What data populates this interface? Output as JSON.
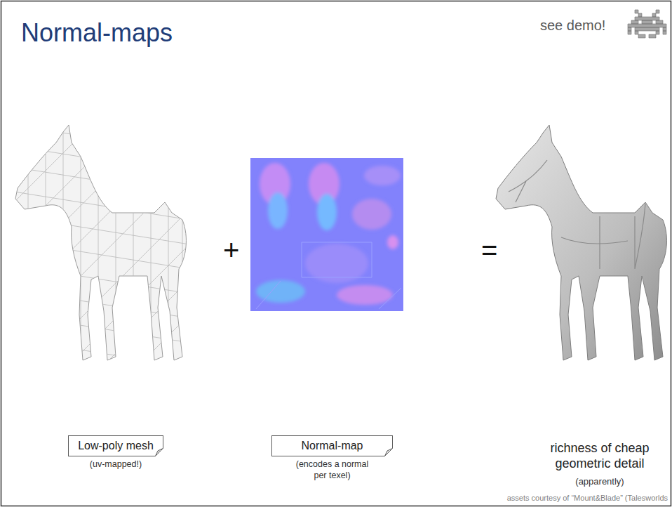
{
  "diagram": {
    "title": "Normal-maps",
    "nodes": [
      {
        "text": [
          "Low-poly mesh",
          "(uv-mapped!)"
        ]
      },
      {
        "text": [
          "Normal-map",
          "(encodes a normal per texel)"
        ]
      }
    ],
    "labels": [
      "see demo!",
      "+",
      "=",
      "richness of cheap geometric detail",
      "(apparently)",
      "assets courtesy of “Mount&Blade” (Talesworlds"
    ]
  }
}
